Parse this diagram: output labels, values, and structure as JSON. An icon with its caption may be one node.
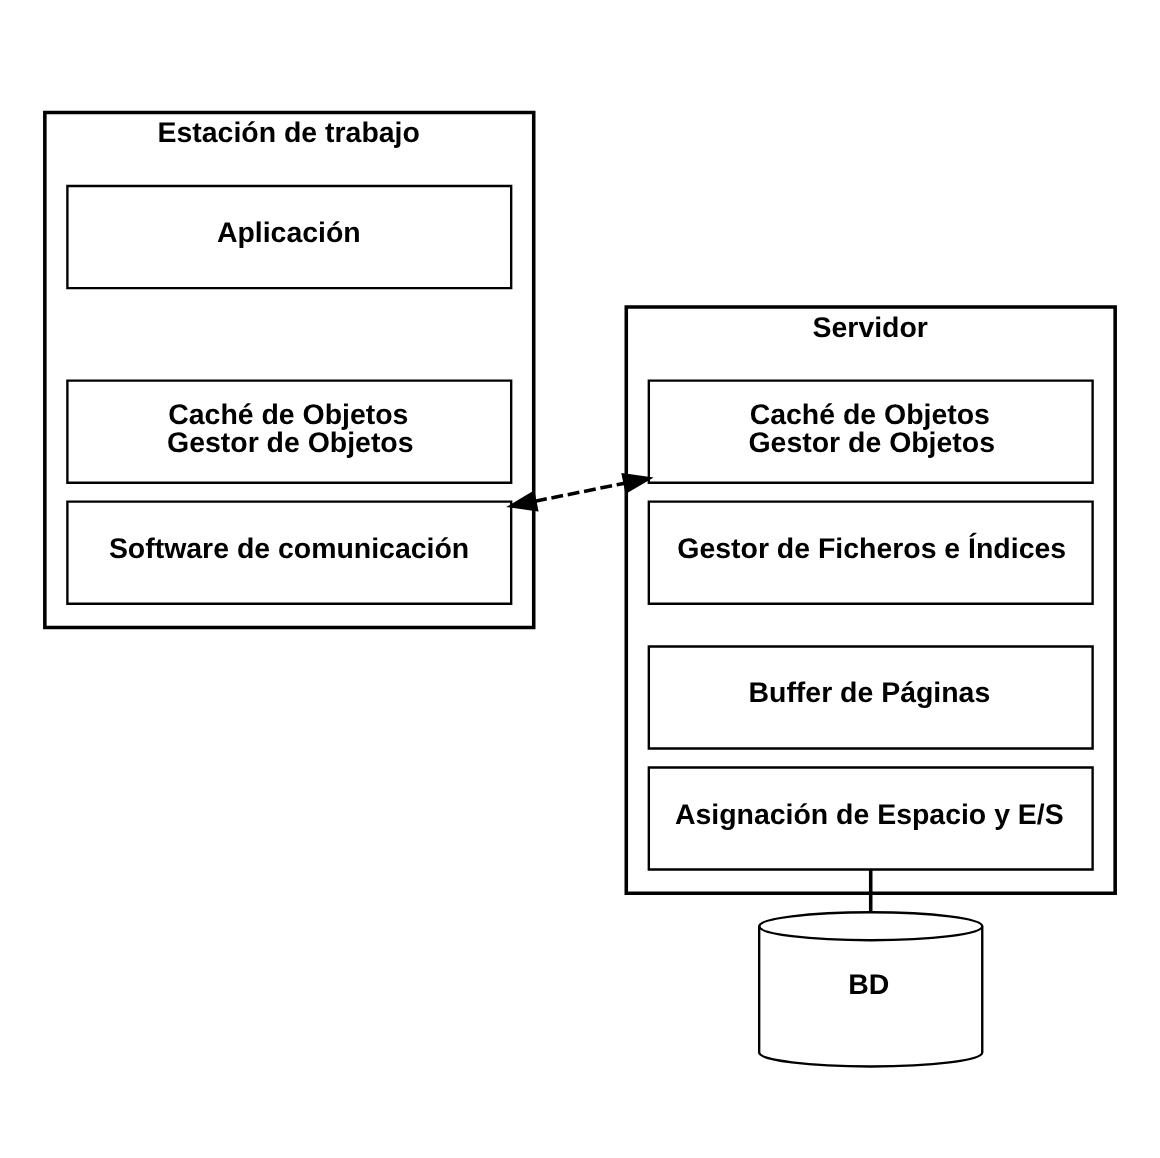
{
  "diagram": {
    "nodes": [
      {
        "text": [
          "Estación de trabajo"
        ]
      },
      {
        "text": [
          "Aplicación"
        ],
        "in": 0
      },
      {
        "text": [
          "Caché de Objetos",
          "Gestor de Objetos"
        ],
        "in": 0
      },
      {
        "text": [
          "Software de comunicación"
        ],
        "in": 0
      },
      {
        "text": [
          "Servidor"
        ]
      },
      {
        "text": [
          "Caché de Objetos",
          "Gestor de Objetos"
        ],
        "in": 4
      },
      {
        "text": [
          "Gestor de Ficheros e Índices"
        ],
        "in": 4
      },
      {
        "text": [
          "Buffer de Páginas"
        ],
        "in": 4
      },
      {
        "text": [
          "Asignación de Espacio y E/S"
        ],
        "in": 4
      },
      {
        "text": [
          "BD"
        ]
      }
    ],
    "edges": [
      {
        "from": 3,
        "to": 5,
        "arrow": "both",
        "style": "dashed"
      },
      {
        "from": 8,
        "to": 9,
        "arrow": "none"
      }
    ]
  }
}
